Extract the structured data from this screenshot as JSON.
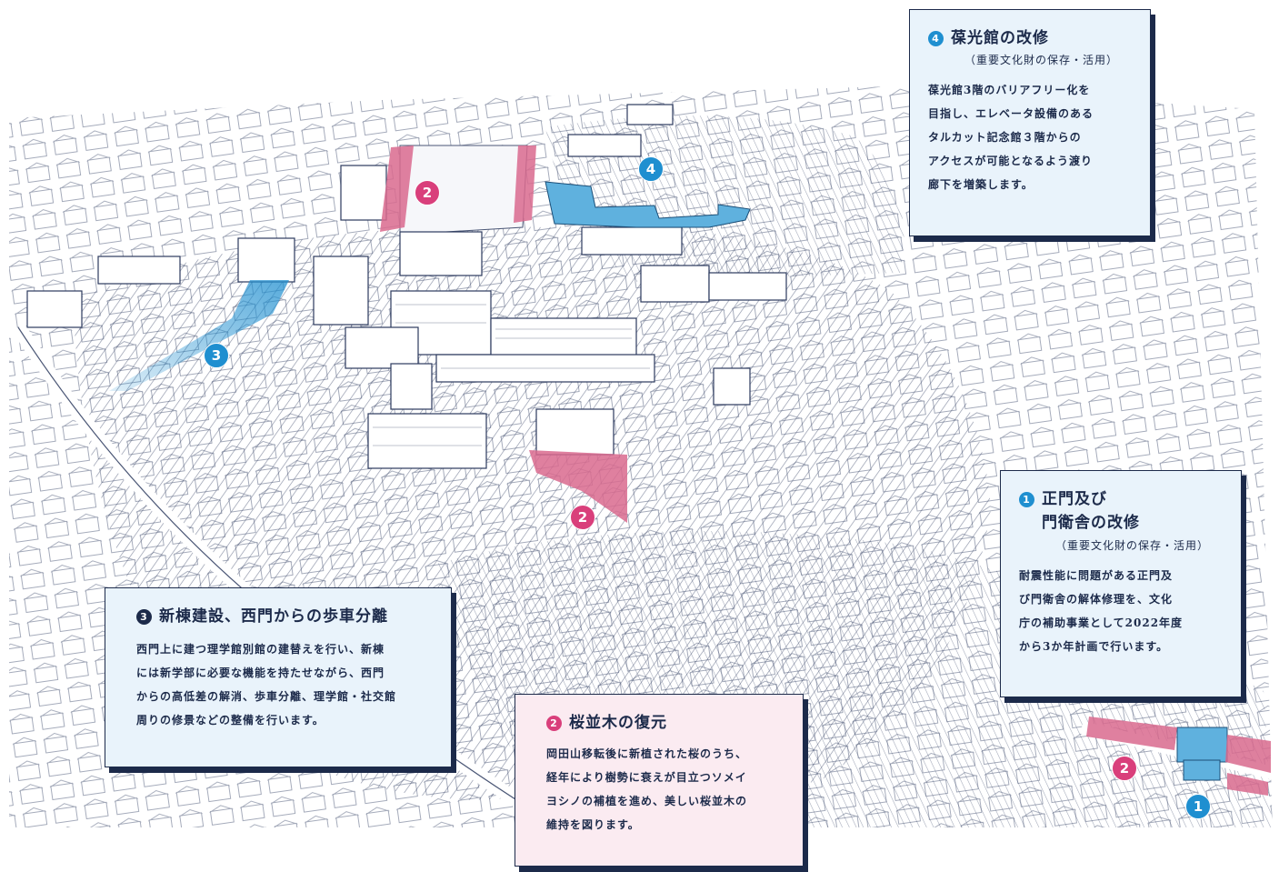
{
  "markers": [
    {
      "label": "2",
      "color": "pink"
    },
    {
      "label": "4",
      "color": "blue"
    },
    {
      "label": "3",
      "color": "blue"
    },
    {
      "label": "2",
      "color": "pink"
    },
    {
      "label": "2",
      "color": "pink"
    },
    {
      "label": "1",
      "color": "blue"
    }
  ],
  "callouts": {
    "c4": {
      "number": "4",
      "title": "葆光館の改修",
      "subtitle": "（重要文化財の保存・活用）",
      "body": [
        "葆光館3階のバリアフリー化を",
        "目指し、エレベータ設備のある",
        "タルカット記念館３階からの",
        "アクセスが可能となるよう渡り",
        "廊下を増築します。"
      ]
    },
    "c1": {
      "number": "1",
      "title_line1": "正門及び",
      "title_line2": "門衛舎の改修",
      "subtitle": "（重要文化財の保存・活用）",
      "body": [
        "耐震性能に問題がある正門及",
        "び門衛舎の解体修理を、文化",
        "庁の補助事業として2022年度",
        "から3か年計画で行います。"
      ]
    },
    "c3": {
      "number": "3",
      "title": "新棟建設、西門からの歩車分離",
      "body": [
        "西門上に建つ理学館別館の建替えを行い、新棟",
        "には新学部に必要な機能を持たせながら、西門",
        "からの高低差の解消、歩車分離、理学館・社交館",
        "周りの修景などの整備を行います。"
      ]
    },
    "c2": {
      "number": "2",
      "title": "桜並木の復元",
      "body": [
        "岡田山移転後に新植された桜のうち、",
        "経年により樹勢に衰えが目立つソメイ",
        "ヨシノの補植を進め、美しい桜並木の",
        "維持を図ります。"
      ]
    }
  },
  "colors": {
    "navy": "#1c2a4a",
    "blue_accent": "#1f8fd0",
    "pink_accent": "#d93f7b",
    "blue_panel": "#e9f3fb",
    "pink_panel": "#fbebf1"
  }
}
